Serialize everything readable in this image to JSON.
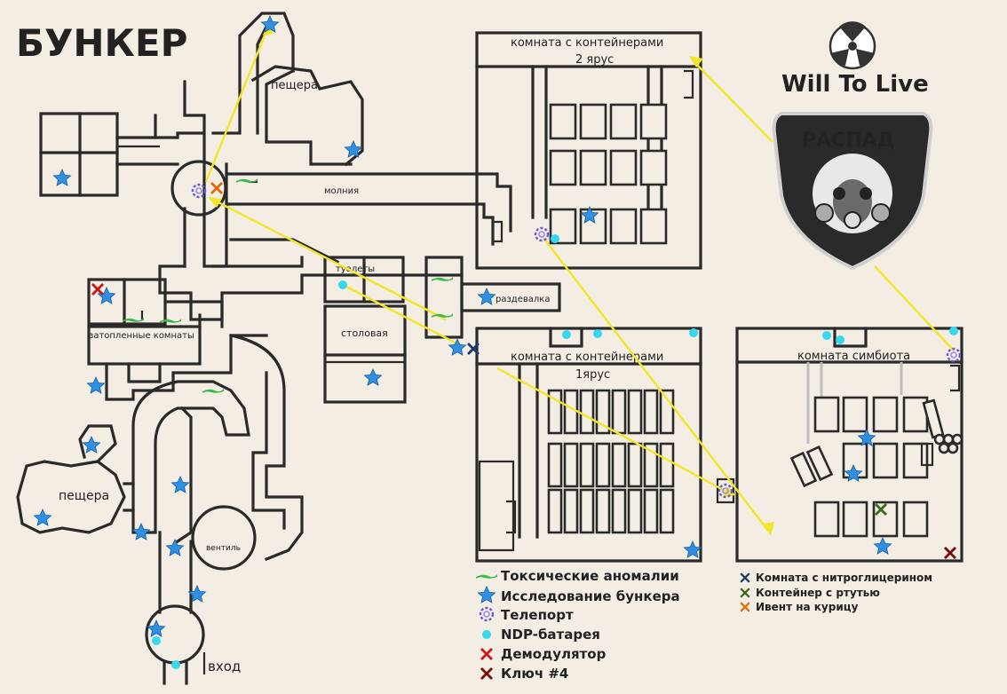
{
  "title": "БУНКЕР",
  "brand": {
    "game_name": "Will To Live",
    "badge_text": "РАСПАД"
  },
  "rooms": {
    "cave_top": "пещера",
    "cave_left": "пещера",
    "lightning": "молния",
    "toilets": "туалеты",
    "changing_room": "раздевалка",
    "dining_room": "столовая",
    "flooded_rooms": "затопленные комнаты",
    "valve": "вентиль",
    "entrance": "вход",
    "container_room_2": "комната с контейнерами",
    "container_room_2_tier": "2 ярус",
    "container_room_1": "комната с контейнерами",
    "container_room_1_tier": "1ярус",
    "symbiote_room": "комната симбиота"
  },
  "legend": {
    "left": [
      {
        "icon": "toxic-anomaly-icon",
        "label": "Токсические аномалии",
        "color": "#3db84a"
      },
      {
        "icon": "star-icon",
        "label": "Исследование бункера",
        "color": "#2f8fe0"
      },
      {
        "icon": "teleport-icon",
        "label": "Телепорт",
        "color": "#6a5ad8"
      },
      {
        "icon": "battery-dot-icon",
        "label": "NDP-батарея",
        "color": "#36d8f0"
      },
      {
        "icon": "cross-icon",
        "label": "Демодулятор",
        "color": "#c81818"
      },
      {
        "icon": "cross-icon",
        "label": "Ключ #4",
        "color": "#7a0c0c"
      }
    ],
    "right": [
      {
        "icon": "cross-icon",
        "label": "Комната с нитроглицерином",
        "color": "#1a3a6a"
      },
      {
        "icon": "cross-icon",
        "label": "Контейнер с ртутью",
        "color": "#3a6a1a"
      },
      {
        "icon": "cross-icon",
        "label": "Ивент на курицу",
        "color": "#e06a10"
      }
    ]
  },
  "colors": {
    "background": "#f3ede4",
    "wall": "#2a2a2a",
    "exploration_star": "#2f8fe0",
    "battery_dot": "#36d8f0",
    "teleport": "#6a5ad8",
    "toxic_anomaly": "#3db84a",
    "route_arrow": "#f2e626"
  }
}
